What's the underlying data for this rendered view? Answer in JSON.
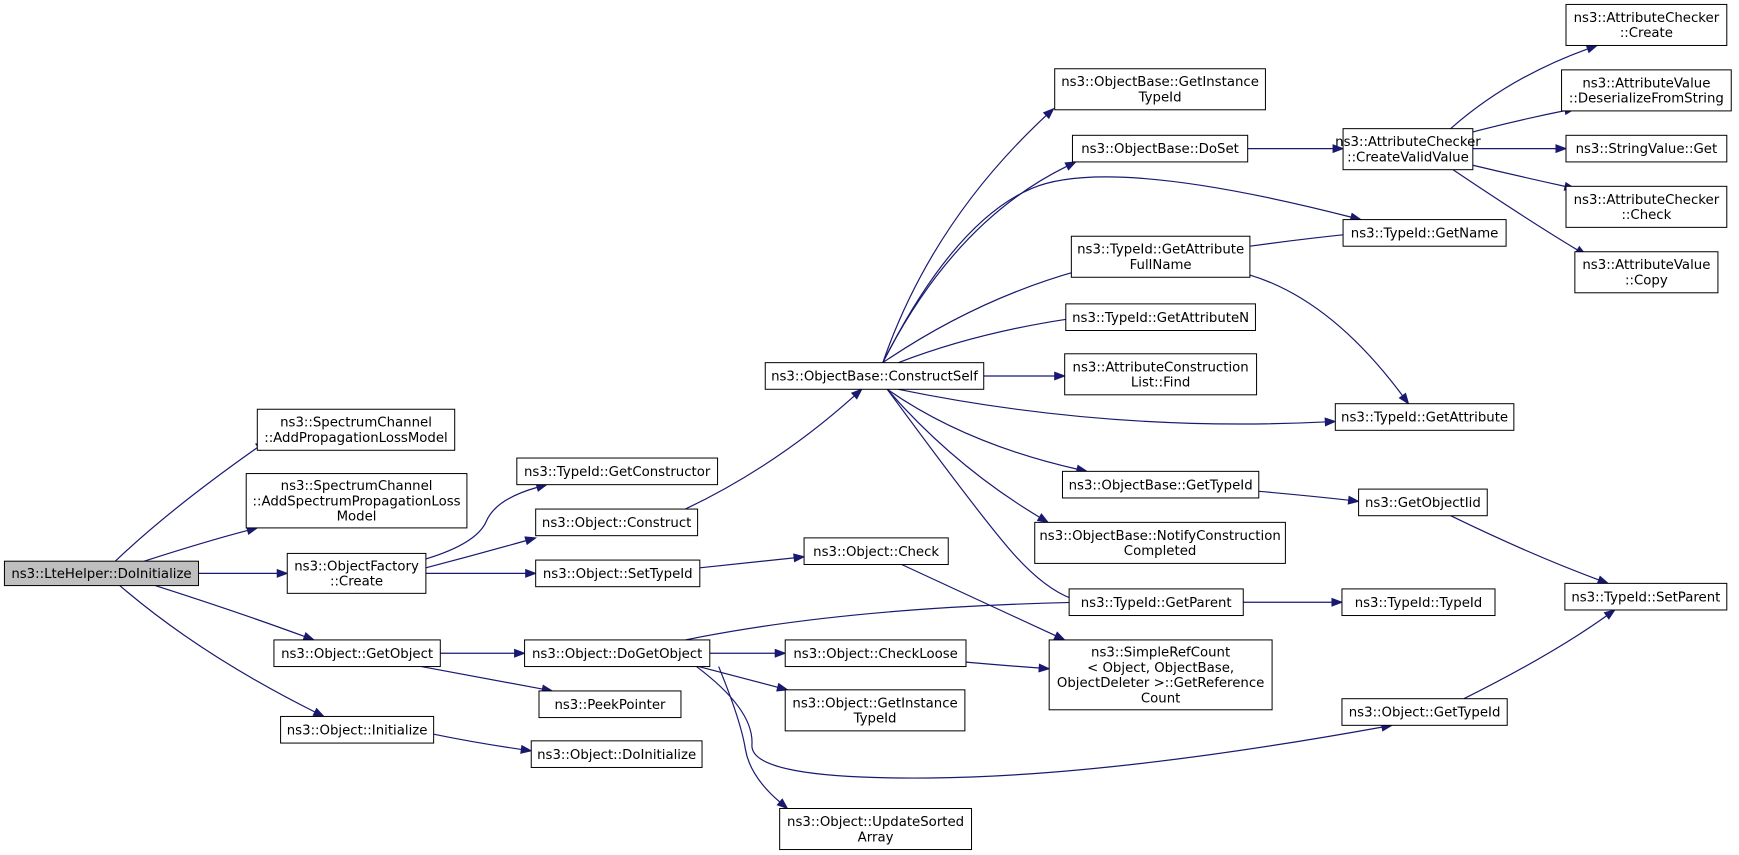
{
  "diagram": {
    "title": "",
    "nodes": [
      {
        "id": "lte",
        "lines": [
          "ns3::LteHelper::DoInitialize"
        ],
        "root": true
      },
      {
        "id": "addProp",
        "lines": [
          "ns3::SpectrumChannel",
          "::AddPropagationLossModel"
        ]
      },
      {
        "id": "addSpec",
        "lines": [
          "ns3::SpectrumChannel",
          "::AddSpectrumPropagationLoss",
          "Model"
        ]
      },
      {
        "id": "ofCreate",
        "lines": [
          "ns3::ObjectFactory",
          "::Create"
        ]
      },
      {
        "id": "getObject",
        "lines": [
          "ns3::Object::GetObject"
        ]
      },
      {
        "id": "initialize",
        "lines": [
          "ns3::Object::Initialize"
        ]
      },
      {
        "id": "getCtor",
        "lines": [
          "ns3::TypeId::GetConstructor"
        ]
      },
      {
        "id": "construct",
        "lines": [
          "ns3::Object::Construct"
        ]
      },
      {
        "id": "setTypeId",
        "lines": [
          "ns3::Object::SetTypeId"
        ]
      },
      {
        "id": "doGetObject",
        "lines": [
          "ns3::Object::DoGetObject"
        ]
      },
      {
        "id": "peekPointer",
        "lines": [
          "ns3::PeekPointer"
        ]
      },
      {
        "id": "doInitialize",
        "lines": [
          "ns3::Object::DoInitialize"
        ]
      },
      {
        "id": "constructSelf",
        "lines": [
          "ns3::ObjectBase::ConstructSelf"
        ]
      },
      {
        "id": "objCheck",
        "lines": [
          "ns3::Object::Check"
        ]
      },
      {
        "id": "checkLoose",
        "lines": [
          "ns3::Object::CheckLoose"
        ]
      },
      {
        "id": "objGetInstance",
        "lines": [
          "ns3::Object::GetInstance",
          "TypeId"
        ]
      },
      {
        "id": "updateSorted",
        "lines": [
          "ns3::Object::UpdateSorted",
          "Array"
        ]
      },
      {
        "id": "obGetInstance",
        "lines": [
          "ns3::ObjectBase::GetInstance",
          "TypeId"
        ]
      },
      {
        "id": "doSet",
        "lines": [
          "ns3::ObjectBase::DoSet"
        ]
      },
      {
        "id": "getAttrFull",
        "lines": [
          "ns3::TypeId::GetAttribute",
          "FullName"
        ]
      },
      {
        "id": "getAttrN",
        "lines": [
          "ns3::TypeId::GetAttributeN"
        ]
      },
      {
        "id": "acListFind",
        "lines": [
          "ns3::AttributeConstruction",
          "List::Find"
        ]
      },
      {
        "id": "obGetTypeId",
        "lines": [
          "ns3::ObjectBase::GetTypeId"
        ]
      },
      {
        "id": "notifyConstr",
        "lines": [
          "ns3::ObjectBase::NotifyConstruction",
          "Completed"
        ]
      },
      {
        "id": "getParent",
        "lines": [
          "ns3::TypeId::GetParent"
        ]
      },
      {
        "id": "simpleRef",
        "lines": [
          "ns3::SimpleRefCount",
          "< Object, ObjectBase,",
          "ObjectDeleter >::GetReference",
          "Count"
        ]
      },
      {
        "id": "createValid",
        "lines": [
          "ns3::AttributeChecker",
          "::CreateValidValue"
        ]
      },
      {
        "id": "getName",
        "lines": [
          "ns3::TypeId::GetName"
        ]
      },
      {
        "id": "getAttribute",
        "lines": [
          "ns3::TypeId::GetAttribute"
        ]
      },
      {
        "id": "getObjectIid",
        "lines": [
          "ns3::GetObjectIid"
        ]
      },
      {
        "id": "typeIdCtor",
        "lines": [
          "ns3::TypeId::TypeId"
        ]
      },
      {
        "id": "objGetTypeId",
        "lines": [
          "ns3::Object::GetTypeId"
        ]
      },
      {
        "id": "acCreate",
        "lines": [
          "ns3::AttributeChecker",
          "::Create"
        ]
      },
      {
        "id": "avDeser",
        "lines": [
          "ns3::AttributeValue",
          "::DeserializeFromString"
        ]
      },
      {
        "id": "svGet",
        "lines": [
          "ns3::StringValue::Get"
        ]
      },
      {
        "id": "acCheck",
        "lines": [
          "ns3::AttributeChecker",
          "::Check"
        ]
      },
      {
        "id": "avCopy",
        "lines": [
          "ns3::AttributeValue",
          "::Copy"
        ]
      },
      {
        "id": "setParent",
        "lines": [
          "ns3::TypeId::SetParent"
        ]
      }
    ],
    "edges": [
      {
        "from": "lte",
        "to": "addProp"
      },
      {
        "from": "lte",
        "to": "addSpec"
      },
      {
        "from": "lte",
        "to": "ofCreate"
      },
      {
        "from": "lte",
        "to": "getObject"
      },
      {
        "from": "lte",
        "to": "initialize"
      },
      {
        "from": "ofCreate",
        "to": "getCtor"
      },
      {
        "from": "ofCreate",
        "to": "construct"
      },
      {
        "from": "ofCreate",
        "to": "setTypeId"
      },
      {
        "from": "construct",
        "to": "constructSelf"
      },
      {
        "from": "setTypeId",
        "to": "objCheck"
      },
      {
        "from": "getObject",
        "to": "doGetObject"
      },
      {
        "from": "getObject",
        "to": "peekPointer"
      },
      {
        "from": "initialize",
        "to": "doInitialize"
      },
      {
        "from": "doGetObject",
        "to": "getParent"
      },
      {
        "from": "doGetObject",
        "to": "checkLoose"
      },
      {
        "from": "doGetObject",
        "to": "objGetInstance"
      },
      {
        "from": "doGetObject",
        "to": "objGetTypeId"
      },
      {
        "from": "doGetObject",
        "to": "updateSorted"
      },
      {
        "from": "objCheck",
        "to": "simpleRef"
      },
      {
        "from": "checkLoose",
        "to": "simpleRef"
      },
      {
        "from": "constructSelf",
        "to": "obGetInstance"
      },
      {
        "from": "constructSelf",
        "to": "doSet"
      },
      {
        "from": "constructSelf",
        "to": "getName"
      },
      {
        "from": "constructSelf",
        "to": "getAttrFull"
      },
      {
        "from": "constructSelf",
        "to": "getAttrN"
      },
      {
        "from": "constructSelf",
        "to": "acListFind"
      },
      {
        "from": "constructSelf",
        "to": "getAttribute"
      },
      {
        "from": "constructSelf",
        "to": "obGetTypeId"
      },
      {
        "from": "constructSelf",
        "to": "notifyConstr"
      },
      {
        "from": "constructSelf",
        "to": "getParent"
      },
      {
        "from": "doSet",
        "to": "createValid"
      },
      {
        "from": "getAttrFull",
        "to": "getName"
      },
      {
        "from": "getAttrFull",
        "to": "getAttribute"
      },
      {
        "from": "obGetTypeId",
        "to": "getObjectIid"
      },
      {
        "from": "getObjectIid",
        "to": "setParent"
      },
      {
        "from": "getParent",
        "to": "typeIdCtor"
      },
      {
        "from": "objGetTypeId",
        "to": "setParent"
      },
      {
        "from": "createValid",
        "to": "acCreate"
      },
      {
        "from": "createValid",
        "to": "avDeser"
      },
      {
        "from": "createValid",
        "to": "svGet"
      },
      {
        "from": "createValid",
        "to": "acCheck"
      },
      {
        "from": "createValid",
        "to": "avCopy"
      }
    ]
  }
}
